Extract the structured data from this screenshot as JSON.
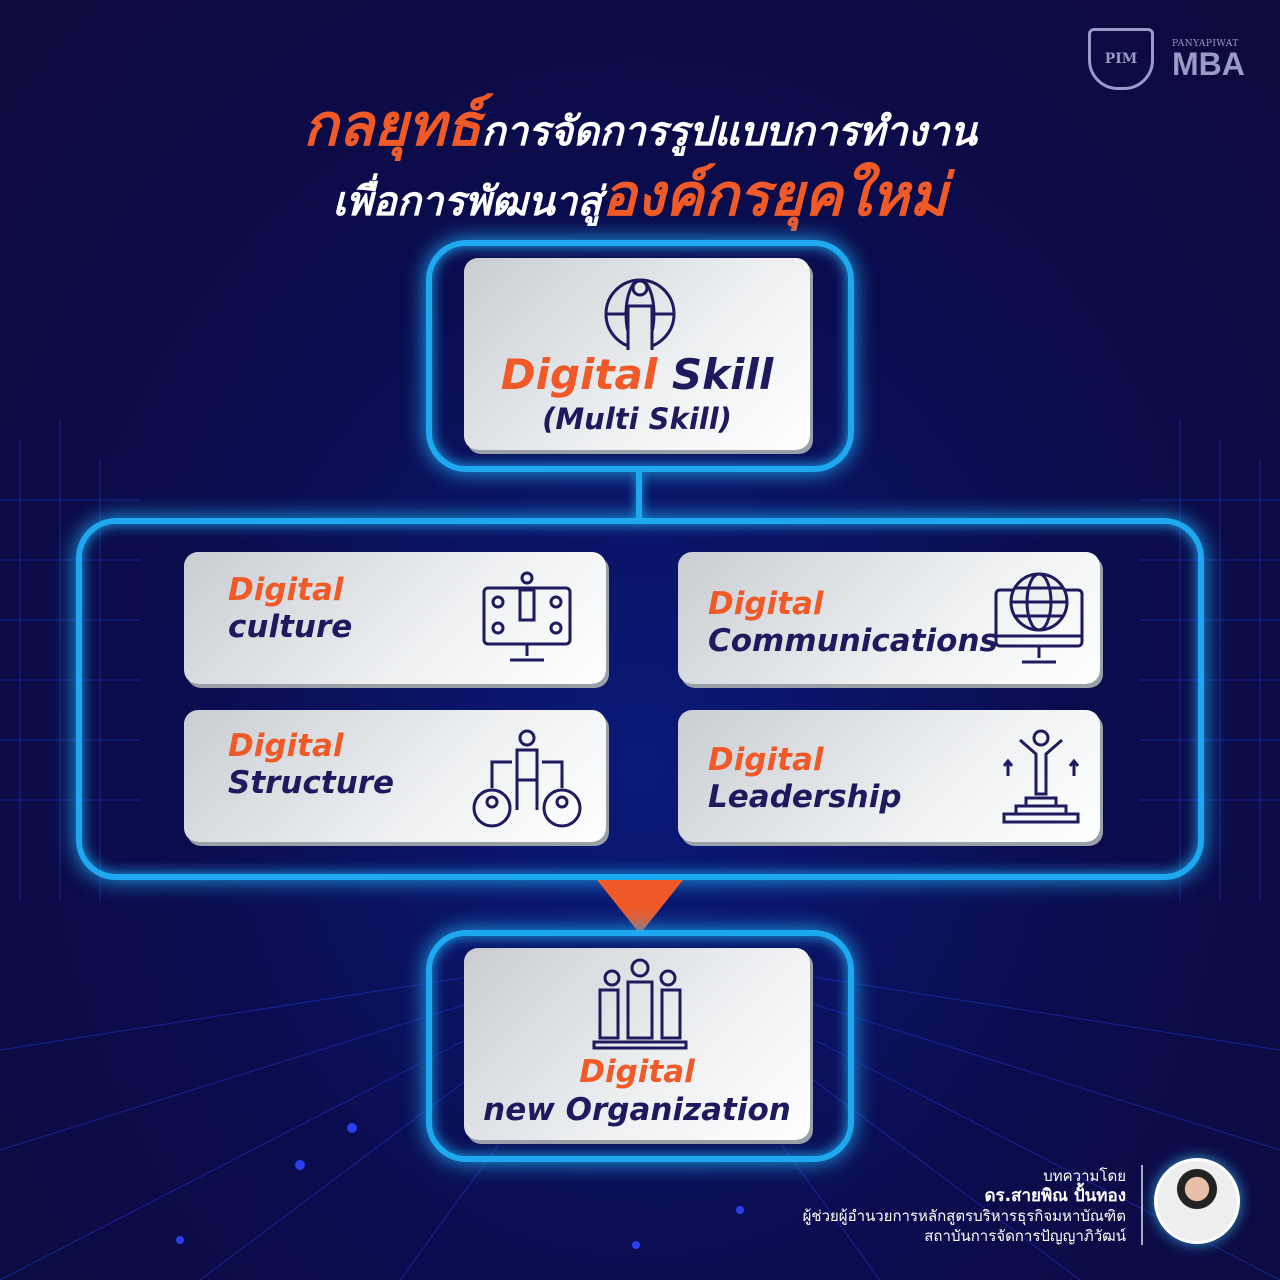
{
  "logo": {
    "emblem": "PIM",
    "brand_small": "PANYAPIWAT",
    "brand_big": "MBA"
  },
  "title": {
    "line1_highlight": "กลยุทธ์",
    "line1_rest": "การจัดการรูปแบบการทำงาน",
    "line2_rest": "เพื่อการพัฒนาสู่",
    "line2_highlight": "องค์กรยุคใหม่"
  },
  "top": {
    "word1": "Digital",
    "word2": "Skill",
    "sub": "(Multi Skill)",
    "icon": "globe-person-icon"
  },
  "items": [
    {
      "word1": "Digital",
      "word2": "culture",
      "icon": "monitor-network-icon"
    },
    {
      "word1": "Digital",
      "word2": "Communications",
      "icon": "globe-monitor-icon"
    },
    {
      "word1": "Digital",
      "word2": "Structure",
      "icon": "org-structure-icon"
    },
    {
      "word1": "Digital",
      "word2": "Leadership",
      "icon": "leader-podium-icon"
    }
  ],
  "bottom": {
    "word1": "Digital",
    "word2": "new Organization",
    "icon": "team-icon"
  },
  "author": {
    "label": "บทความโดย",
    "name": "ดร.สายพิณ ปั้นทอง",
    "position": "ผู้ช่วยผู้อำนวยการหลักสูตรบริหารธุรกิจมหาบัณฑิต",
    "org": "สถาบันการจัดการปัญญาภิวัฒน์"
  },
  "colors": {
    "accent": "#f05a28",
    "navy": "#1e1a5e",
    "glow": "#1ea8f0",
    "bg": "#0b0c4e"
  }
}
